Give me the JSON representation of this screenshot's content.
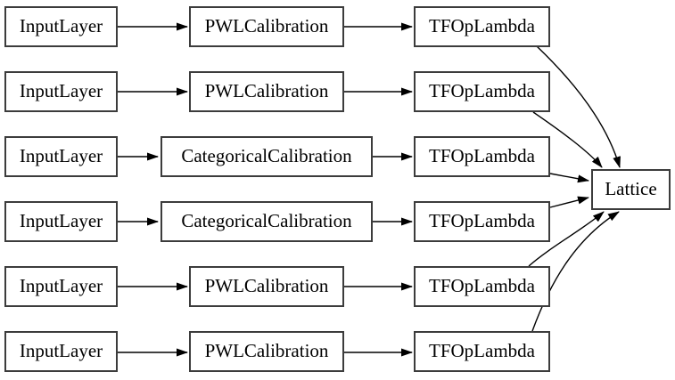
{
  "diagram": {
    "kind": "keras-model-graph",
    "colors": {
      "background": "#ffffff",
      "node_fill": "#ffffff",
      "node_border": "#3c3c3c",
      "edge": "#000000",
      "text": "#000000"
    },
    "rows": [
      {
        "input": "InputLayer",
        "calibration": "PWLCalibration",
        "op": "TFOpLambda"
      },
      {
        "input": "InputLayer",
        "calibration": "PWLCalibration",
        "op": "TFOpLambda"
      },
      {
        "input": "InputLayer",
        "calibration": "CategoricalCalibration",
        "op": "TFOpLambda"
      },
      {
        "input": "InputLayer",
        "calibration": "CategoricalCalibration",
        "op": "TFOpLambda"
      },
      {
        "input": "InputLayer",
        "calibration": "PWLCalibration",
        "op": "TFOpLambda"
      },
      {
        "input": "InputLayer",
        "calibration": "PWLCalibration",
        "op": "TFOpLambda"
      }
    ],
    "output": {
      "label": "Lattice"
    },
    "connections": "Each row flows InputLayer -> Calibration -> TFOpLambda; all six TFOpLambda nodes feed the single Lattice node"
  }
}
